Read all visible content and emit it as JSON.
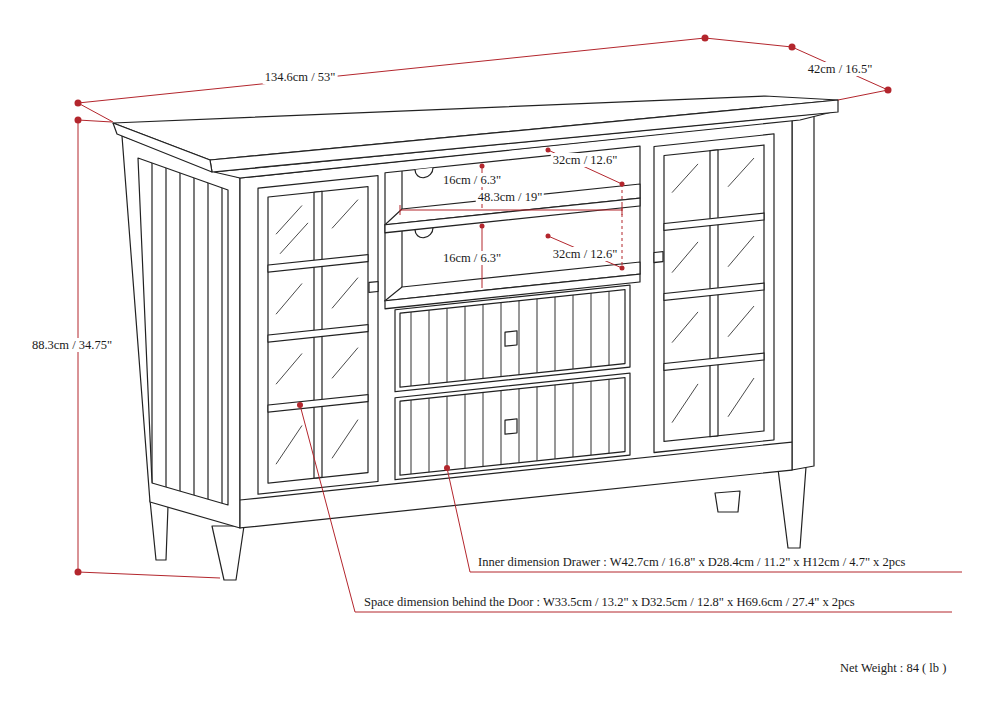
{
  "diagram": {
    "labels": [
      "134.6cm / 53\"",
      "42cm / 16.5\"",
      "16cm / 6.3\"",
      "32cm / 12.6\"",
      "48.3cm / 19\"",
      "16cm / 6.3\"",
      "32cm / 12.6\"",
      "88.3cm / 34.75\"",
      "Inner dimension Drawer : W42.7cm / 16.8\" x D28.4cm / 11.2\" x H12cm / 4.7\" x 2pcs",
      "Space dimension behind the Door : W33.5cm / 13.2\" x D32.5cm / 12.8\" x H69.6cm / 27.4\" x 2pcs",
      "Net Weight : 84 ( lb )"
    ]
  }
}
